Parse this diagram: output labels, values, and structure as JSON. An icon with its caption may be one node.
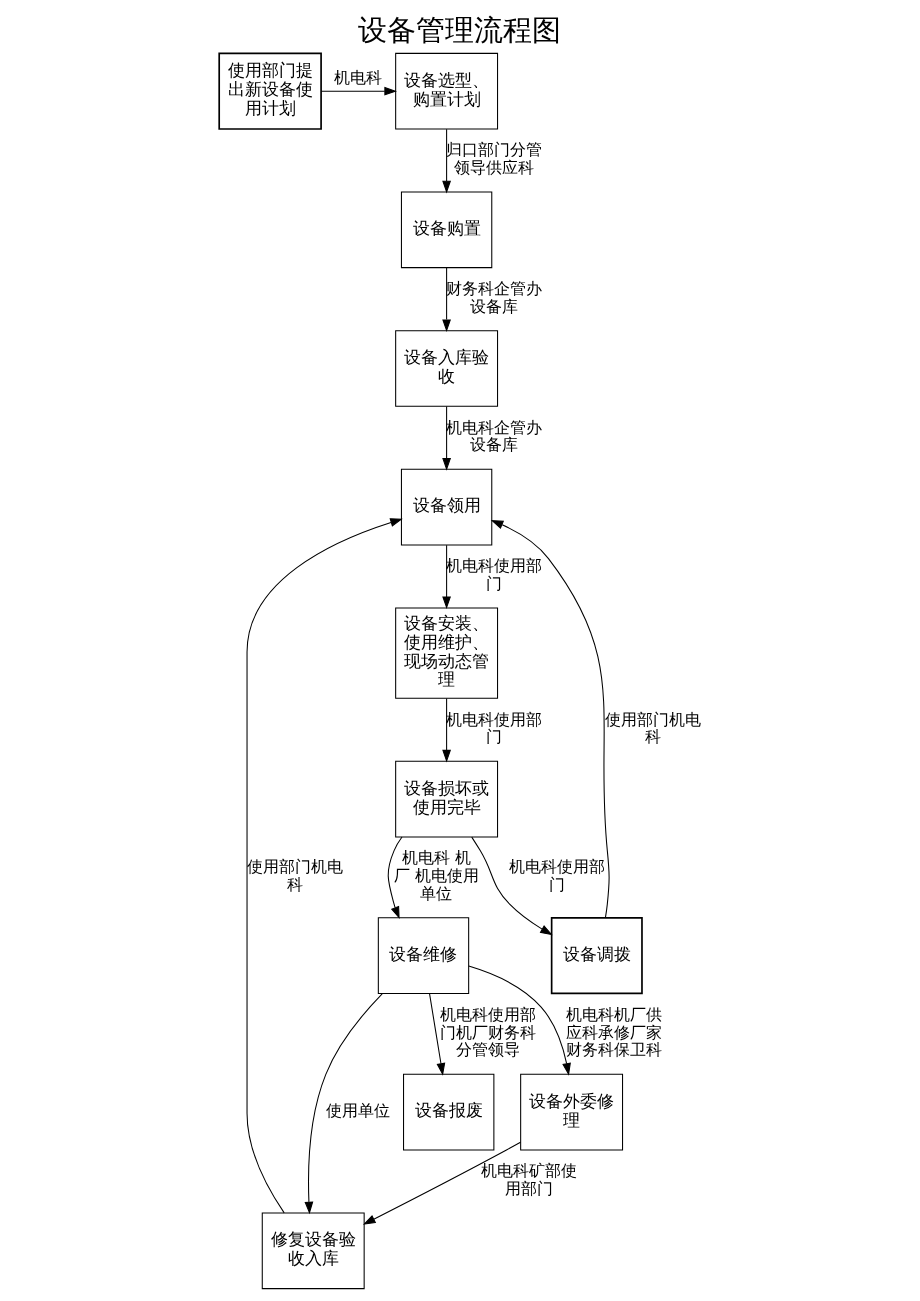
{
  "diagram": {
    "title": "设备管理流程图",
    "nodes": [
      {
        "text": [
          "使用部门提出新设备使用计划"
        ]
      },
      {
        "text": [
          "设备选型、购置计划"
        ]
      },
      {
        "text": [
          "设备购置"
        ]
      },
      {
        "text": [
          "设备入库验收"
        ]
      },
      {
        "text": [
          "设备领用"
        ]
      },
      {
        "text": [
          "设备安装、使用维护、现场动态管理"
        ]
      },
      {
        "text": [
          "设备外委修理"
        ]
      },
      {
        "text": [
          "设备损坏或使用完毕"
        ]
      },
      {
        "text": [
          "设备维修"
        ]
      },
      {
        "text": [
          "修复设备验收入库"
        ]
      },
      {
        "text": [
          "设备报废"
        ]
      },
      {
        "text": [
          "设备调拨"
        ]
      }
    ],
    "edges": [
      {
        "from": 0,
        "to": 1,
        "arrow": "to",
        "label": "机电科"
      },
      {
        "from": 1,
        "to": 2,
        "arrow": "to",
        "label": "归口部门分管领导供应科"
      },
      {
        "from": 2,
        "to": 3,
        "arrow": "to",
        "label": "财务科企管办设备库"
      },
      {
        "from": 3,
        "to": 4,
        "arrow": "to",
        "label": "机电科企管办设备库"
      },
      {
        "from": 4,
        "to": 5,
        "arrow": "to",
        "label": "机电科使用部门"
      },
      {
        "from": 5,
        "to": 7,
        "arrow": "to",
        "label": "机电科使用部门"
      },
      {
        "from": 7,
        "to": 8,
        "arrow": "to",
        "label": "机电科 机厂 机电使用单位"
      },
      {
        "from": 8,
        "to": 6,
        "arrow": "to",
        "label": "机电科机厂供应科承修厂家财务科保卫科"
      },
      {
        "from": 6,
        "to": 9,
        "arrow": "to",
        "label": "机电科矿部使用部门"
      },
      {
        "from": 8,
        "to": 9,
        "arrow": "to",
        "label": "使用单位"
      },
      {
        "from": 9,
        "to": 4,
        "arrow": "to",
        "label": "使用部门机电科"
      },
      {
        "from": 11,
        "to": 4,
        "arrow": "to",
        "label": "使用部门机电科"
      },
      {
        "from": 8,
        "to": 10,
        "arrow": "to",
        "label": "机电科使用部门机厂财务科分管领导"
      },
      {
        "from": 7,
        "to": 11,
        "arrow": "to",
        "label": "机电科使用部门"
      }
    ]
  }
}
